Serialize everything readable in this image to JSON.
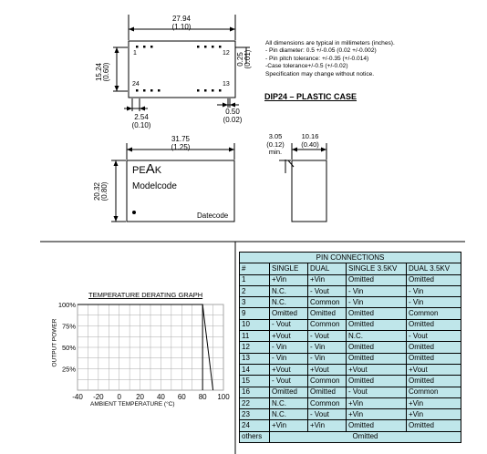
{
  "top_view": {
    "width_mm": "27.94",
    "width_in": "(1.10)",
    "height_mm": "15.24",
    "height_in": "(0.60)",
    "pin_1": "1",
    "pin_12": "12",
    "pin_24": "24",
    "pin_13": "13",
    "pitch_mm": "2.54",
    "pitch_in": "(0.10)",
    "pin_dia_mm": "0.50",
    "pin_dia_in": "(0.02)",
    "offset_mm": "0.25",
    "offset_in": "(0.01)"
  },
  "notes": [
    "All dimensions are typical in millimeters (inches).",
    "- Pin diameter: 0.5 +/-0.05 (0.02 +/-0.002)",
    "- Pin pitch tolerance: +/-0.35 (+/-0.014)",
    "-Case tolerance+/-0.5 (+/-0.02)",
    "Specification may change without notice."
  ],
  "package_title": "DIP24 – PLASTIC CASE",
  "front_view": {
    "width_mm": "31.75",
    "width_in": "(1.25)",
    "height_mm": "20.32",
    "height_in": "(0.80)",
    "brand_pre": "PE",
    "brand_big": "A",
    "brand_post": "K",
    "modelcode": "Modelcode",
    "datecode": "Datecode"
  },
  "side_view": {
    "pin_len_mm": "3.05",
    "pin_len_in": "(0.12)",
    "min_label": "min.",
    "thick_mm": "10.16",
    "thick_in": "(0.40)"
  },
  "derating": {
    "title": "TEMPERATURE DERATING GRAPH",
    "ylabel": "OUTPUT POWER",
    "xlabel": "AMBIENT TEMPERATURE (°C)"
  },
  "chart_data": {
    "type": "line",
    "title": "TEMPERATURE DERATING GRAPH",
    "xlabel": "AMBIENT TEMPERATURE (°C)",
    "ylabel": "OUTPUT POWER",
    "x_ticks": [
      "-40",
      "-20",
      "0",
      "20",
      "40",
      "60",
      "80",
      "100"
    ],
    "y_ticks": [
      "100%",
      "75%",
      "50%",
      "25%"
    ],
    "xlim": [
      -40,
      100
    ],
    "ylim": [
      0,
      100
    ],
    "grid": true,
    "series": [
      {
        "x": [
          -40,
          80,
          90
        ],
        "y": [
          100,
          100,
          0
        ]
      }
    ]
  },
  "pin_table": {
    "title": "PIN CONNECTIONS",
    "headers": [
      "#",
      "SINGLE",
      "DUAL",
      "SINGLE 3.5KV",
      "DUAL 3.5KV"
    ],
    "rows": [
      [
        "1",
        "+Vin",
        "+Vin",
        "Omitted",
        "Omitted"
      ],
      [
        "2",
        "N.C.",
        "- Vout",
        "- Vin",
        "- Vin"
      ],
      [
        "3",
        "N.C.",
        "Common",
        "- Vin",
        "- Vin"
      ],
      [
        "9",
        "Omitted",
        "Omitted",
        "Omitted",
        "Common"
      ],
      [
        "10",
        "- Vout",
        "Common",
        "Omitted",
        "Omitted"
      ],
      [
        "11",
        "+Vout",
        "- Vout",
        "N.C.",
        "- Vout"
      ],
      [
        "12",
        "- Vin",
        "- Vin",
        "Omitted",
        "Omitted"
      ],
      [
        "13",
        "- Vin",
        "- Vin",
        "Omitted",
        "Omitted"
      ],
      [
        "14",
        "+Vout",
        "+Vout",
        "+Vout",
        "+Vout"
      ],
      [
        "15",
        "- Vout",
        "Common",
        "Omitted",
        "Omitted"
      ],
      [
        "16",
        "Omitted",
        "Omitted",
        "- Vout",
        "Common"
      ],
      [
        "22",
        "N.C.",
        "Common",
        "+Vin",
        "+Vin"
      ],
      [
        "23",
        "N.C.",
        "- Vout",
        "+Vin",
        "+Vin"
      ],
      [
        "24",
        "+Vin",
        "+Vin",
        "Omitted",
        "Omitted"
      ]
    ],
    "footer_label": "others",
    "footer_value": "Omitted"
  }
}
